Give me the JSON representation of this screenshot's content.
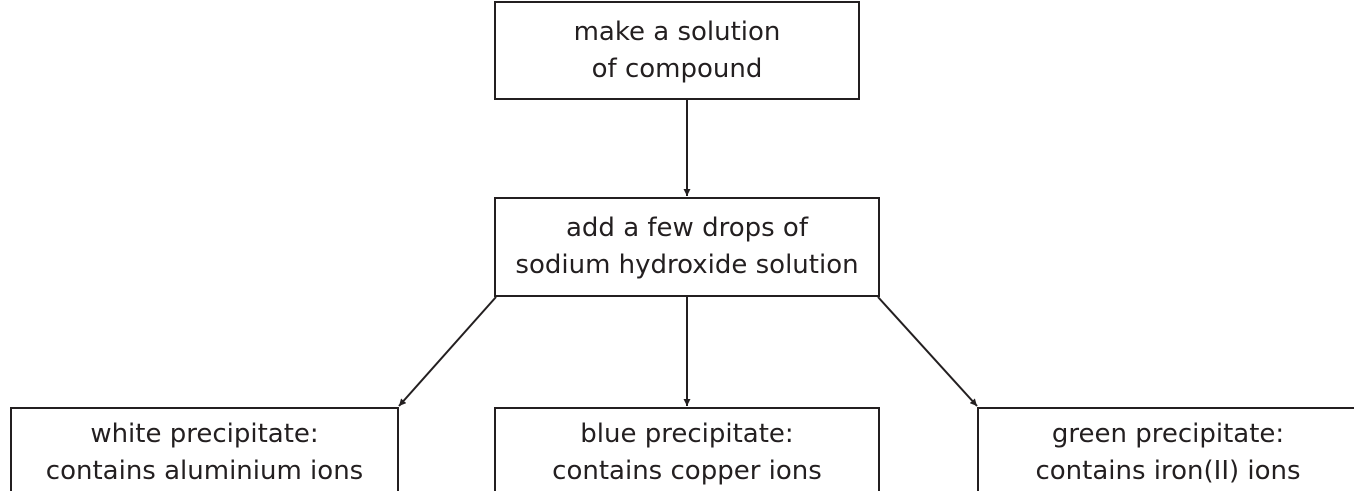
{
  "diagram": {
    "nodes": {
      "start": {
        "lines": [
          "make a solution",
          "of compound"
        ]
      },
      "test": {
        "lines": [
          "add a few drops of",
          "sodium hydroxide solution"
        ]
      },
      "results": [
        {
          "lines": [
            "white precipitate:",
            "contains aluminium ions"
          ]
        },
        {
          "lines": [
            "blue precipitate:",
            "contains copper ions"
          ]
        },
        {
          "lines": [
            "green precipitate:",
            "contains iron(II) ions"
          ]
        }
      ]
    },
    "edges": [
      {
        "from": "start",
        "to": "test"
      },
      {
        "from": "test",
        "to": "result-white"
      },
      {
        "from": "test",
        "to": "result-blue"
      },
      {
        "from": "test",
        "to": "result-green"
      }
    ],
    "colors": {
      "stroke": "#231f20",
      "text": "#231f20",
      "background": "#ffffff"
    }
  }
}
